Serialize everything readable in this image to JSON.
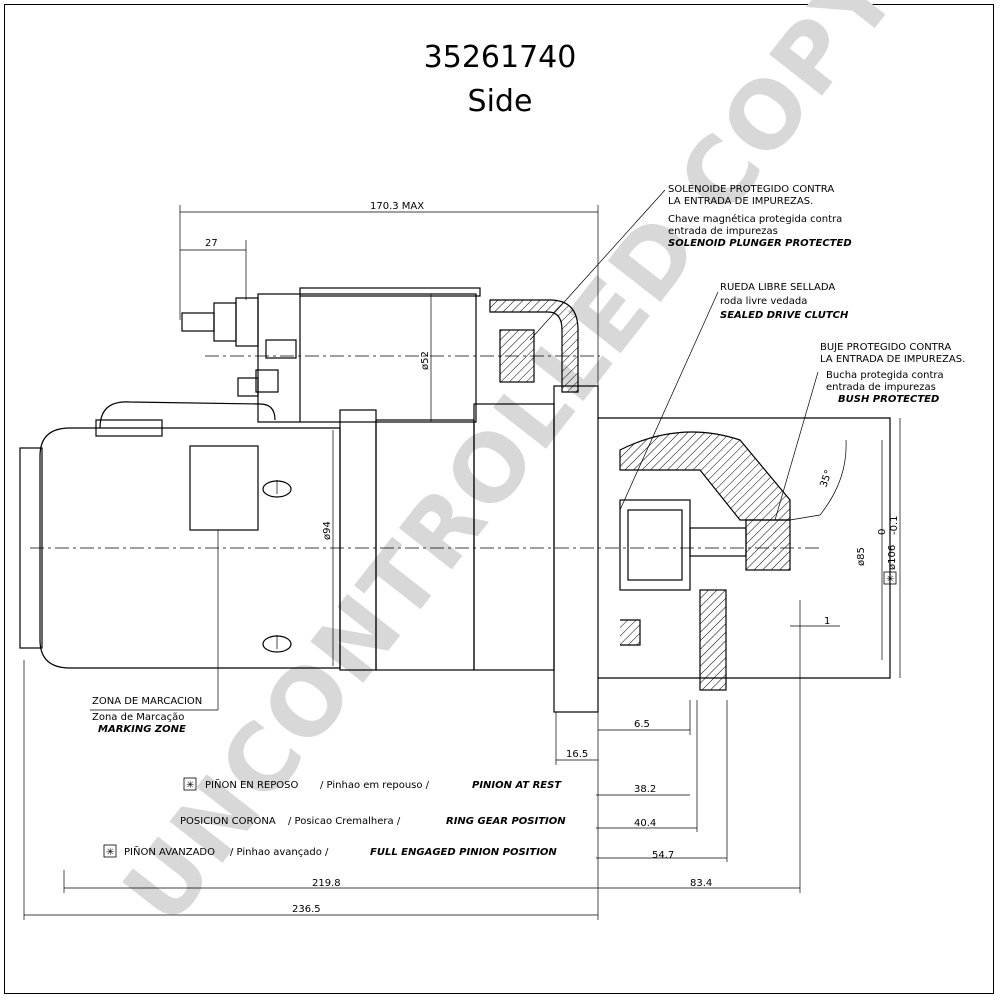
{
  "part_number": "35261740",
  "view": "Side",
  "watermark": "UNCONTROLLED COPY",
  "callouts": {
    "solenoid": {
      "es": "SOLENOIDE PROTEGIDO CONTRA",
      "es2": "LA ENTRADA DE IMPUREZAS.",
      "pt": "Chave magnética protegida contra",
      "pt2": "entrada de impurezas",
      "en": "SOLENOID PLUNGER PROTECTED"
    },
    "clutch": {
      "es": "RUEDA LIBRE SELLADA",
      "pt": "roda livre vedada",
      "en": "SEALED DRIVE CLUTCH"
    },
    "bush": {
      "es": "BUJE PROTEGIDO CONTRA",
      "es2": "LA ENTRADA DE IMPUREZAS.",
      "pt": "Bucha protegida contra",
      "pt2": "entrada de impurezas",
      "en": "BUSH PROTECTED"
    },
    "marking": {
      "es": "ZONA DE MARCACION",
      "pt": "Zona de Marcação",
      "en": "MARKING ZONE"
    }
  },
  "positions": {
    "rest": {
      "es": "PIÑON EN REPOSO",
      "pt": "/ Pinhao em repouso /",
      "en": "PINION AT REST",
      "value": "38.2"
    },
    "ring": {
      "es": "POSICION CORONA",
      "pt": "/ Posicao Cremalhera /",
      "en": "RING GEAR POSITION",
      "value": "40.4"
    },
    "full": {
      "es": "PIÑON AVANZADO",
      "pt": "/ Pinhao avançado /",
      "en": "FULL ENGAGED PINION POSITION",
      "value": "54.7"
    }
  },
  "dimensions": {
    "max_length": "170.3 MAX",
    "terminal": "27",
    "solenoid_dia": "ø52",
    "motor_dia": "ø94",
    "pilot_dia": "ø85",
    "flange_dia": "ø106",
    "flange_tol_upper": "0",
    "flange_tol_lower": "-0.1",
    "angle": "35°",
    "gap": "1",
    "d65": "6.5",
    "d165": "16.5",
    "total_body": "219.8",
    "overall": "236.5",
    "nose": "83.4"
  }
}
